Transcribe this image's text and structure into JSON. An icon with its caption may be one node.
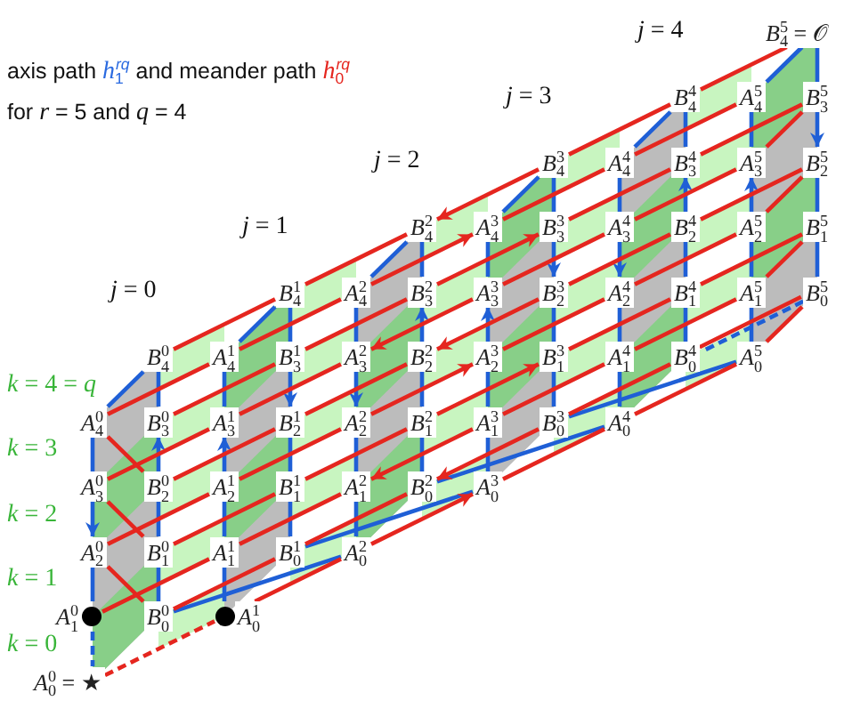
{
  "diagram": {
    "title": "axis path *h*$_{1}$$^{rq}$ and meander path *h*$_{0}$$^{rq}$",
    "nodes": [
      {
        "text": [
          "*A*$_{0}$$^{0}$ = ★"
        ]
      },
      {
        "text": [
          "*A*$_{1}$$^{0}$"
        ]
      },
      {
        "text": [
          "*A*$_{2}$$^{0}$"
        ]
      },
      {
        "text": [
          "*A*$_{3}$$^{0}$"
        ]
      },
      {
        "text": [
          "*A*$_{4}$$^{0}$"
        ]
      },
      {
        "text": [
          "*B*$_{0}$$^{0}$"
        ]
      },
      {
        "text": [
          "*B*$_{1}$$^{0}$"
        ]
      },
      {
        "text": [
          "*B*$_{2}$$^{0}$"
        ]
      },
      {
        "text": [
          "*B*$_{3}$$^{0}$"
        ]
      },
      {
        "text": [
          "*B*$_{4}$$^{0}$"
        ]
      },
      {
        "text": [
          "*A*$_{0}$$^{1}$"
        ]
      },
      {
        "text": [
          "*A*$_{1}$$^{1}$"
        ]
      },
      {
        "text": [
          "*A*$_{2}$$^{1}$"
        ]
      },
      {
        "text": [
          "*A*$_{3}$$^{1}$"
        ]
      },
      {
        "text": [
          "*A*$_{4}$$^{1}$"
        ]
      },
      {
        "text": [
          "*B*$_{0}$$^{1}$"
        ]
      },
      {
        "text": [
          "*B*$_{1}$$^{1}$"
        ]
      },
      {
        "text": [
          "*B*$_{2}$$^{1}$"
        ]
      },
      {
        "text": [
          "*B*$_{3}$$^{1}$"
        ]
      },
      {
        "text": [
          "*B*$_{4}$$^{1}$"
        ]
      },
      {
        "text": [
          "*A*$_{0}$$^{2}$"
        ]
      },
      {
        "text": [
          "*A*$_{1}$$^{2}$"
        ]
      },
      {
        "text": [
          "*A*$_{2}$$^{2}$"
        ]
      },
      {
        "text": [
          "*A*$_{3}$$^{2}$"
        ]
      },
      {
        "text": [
          "*A*$_{4}$$^{2}$"
        ]
      },
      {
        "text": [
          "*B*$_{0}$$^{2}$"
        ]
      },
      {
        "text": [
          "*B*$_{1}$$^{2}$"
        ]
      },
      {
        "text": [
          "*B*$_{2}$$^{2}$"
        ]
      },
      {
        "text": [
          "*B*$_{3}$$^{2}$"
        ]
      },
      {
        "text": [
          "*B*$_{4}$$^{2}$"
        ]
      },
      {
        "text": [
          "*A*$_{0}$$^{3}$"
        ]
      },
      {
        "text": [
          "*A*$_{1}$$^{3}$"
        ]
      },
      {
        "text": [
          "*A*$_{2}$$^{3}$"
        ]
      },
      {
        "text": [
          "*A*$_{3}$$^{3}$"
        ]
      },
      {
        "text": [
          "*A*$_{4}$$^{3}$"
        ]
      },
      {
        "text": [
          "*B*$_{0}$$^{3}$"
        ]
      },
      {
        "text": [
          "*B*$_{1}$$^{3}$"
        ]
      },
      {
        "text": [
          "*B*$_{2}$$^{3}$"
        ]
      },
      {
        "text": [
          "*B*$_{3}$$^{3}$"
        ]
      },
      {
        "text": [
          "*B*$_{4}$$^{3}$"
        ]
      },
      {
        "text": [
          "*A*$_{0}$$^{4}$"
        ]
      },
      {
        "text": [
          "*A*$_{1}$$^{4}$"
        ]
      },
      {
        "text": [
          "*A*$_{2}$$^{4}$"
        ]
      },
      {
        "text": [
          "*A*$_{3}$$^{4}$"
        ]
      },
      {
        "text": [
          "*A*$_{4}$$^{4}$"
        ]
      },
      {
        "text": [
          "*B*$_{0}$$^{4}$"
        ]
      },
      {
        "text": [
          "*B*$_{1}$$^{4}$"
        ]
      },
      {
        "text": [
          "*B*$_{2}$$^{4}$"
        ]
      },
      {
        "text": [
          "*B*$_{3}$$^{4}$"
        ]
      },
      {
        "text": [
          "*B*$_{4}$$^{4}$"
        ]
      },
      {
        "text": [
          "*A*$_{0}$$^{5}$"
        ]
      },
      {
        "text": [
          "*A*$_{1}$$^{5}$"
        ]
      },
      {
        "text": [
          "*A*$_{2}$$^{5}$"
        ]
      },
      {
        "text": [
          "*A*$_{3}$$^{5}$"
        ]
      },
      {
        "text": [
          "*A*$_{4}$$^{5}$"
        ]
      },
      {
        "text": [
          "*B*$_{0}$$^{5}$"
        ]
      },
      {
        "text": [
          "*B*$_{1}$$^{5}$"
        ]
      },
      {
        "text": [
          "*B*$_{2}$$^{5}$"
        ]
      },
      {
        "text": [
          "*B*$_{3}$$^{5}$"
        ]
      },
      {
        "text": [
          "*B*$_{4}$$^{5}$ = 𝒪"
        ]
      }
    ],
    "edges": [
      {
        "from": 4,
        "to": 3,
        "arrow": "none"
      },
      {
        "from": 3,
        "to": 2,
        "arrow": "to"
      },
      {
        "from": 2,
        "to": 1,
        "arrow": "none"
      },
      {
        "from": 5,
        "to": 6,
        "arrow": "none"
      },
      {
        "from": 6,
        "to": 7,
        "arrow": "none"
      },
      {
        "from": 7,
        "to": 8,
        "arrow": "to"
      },
      {
        "from": 8,
        "to": 9,
        "arrow": "none"
      },
      {
        "from": 9,
        "to": 4,
        "arrow": "none"
      },
      {
        "from": 10,
        "to": 11,
        "arrow": "none"
      },
      {
        "from": 11,
        "to": 12,
        "arrow": "none"
      },
      {
        "from": 12,
        "to": 13,
        "arrow": "to"
      },
      {
        "from": 13,
        "to": 14,
        "arrow": "none"
      },
      {
        "from": 14,
        "to": 19,
        "arrow": "none"
      },
      {
        "from": 19,
        "to": 18,
        "arrow": "none"
      },
      {
        "from": 18,
        "to": 17,
        "arrow": "to"
      },
      {
        "from": 17,
        "to": 16,
        "arrow": "none"
      },
      {
        "from": 16,
        "to": 15,
        "arrow": "none"
      },
      {
        "from": 15,
        "to": 30,
        "arrow": "none"
      },
      {
        "from": 24,
        "to": 23,
        "arrow": "none"
      },
      {
        "from": 23,
        "to": 22,
        "arrow": "to"
      },
      {
        "from": 22,
        "to": 21,
        "arrow": "none"
      },
      {
        "from": 21,
        "to": 20,
        "arrow": "none"
      },
      {
        "from": 20,
        "to": 5,
        "arrow": "none"
      },
      {
        "from": 25,
        "to": 26,
        "arrow": "none"
      },
      {
        "from": 26,
        "to": 27,
        "arrow": "none"
      },
      {
        "from": 27,
        "to": 28,
        "arrow": "to"
      },
      {
        "from": 28,
        "to": 29,
        "arrow": "none"
      },
      {
        "from": 29,
        "to": 24,
        "arrow": "none"
      },
      {
        "from": 30,
        "to": 31,
        "arrow": "none"
      },
      {
        "from": 31,
        "to": 32,
        "arrow": "none"
      },
      {
        "from": 32,
        "to": 33,
        "arrow": "to"
      },
      {
        "from": 33,
        "to": 34,
        "arrow": "none"
      },
      {
        "from": 34,
        "to": 39,
        "arrow": "none"
      },
      {
        "from": 39,
        "to": 38,
        "arrow": "none"
      },
      {
        "from": 38,
        "to": 37,
        "arrow": "to"
      },
      {
        "from": 37,
        "to": 36,
        "arrow": "none"
      },
      {
        "from": 36,
        "to": 35,
        "arrow": "none"
      },
      {
        "from": 35,
        "to": 50,
        "arrow": "none"
      },
      {
        "from": 44,
        "to": 43,
        "arrow": "none"
      },
      {
        "from": 43,
        "to": 42,
        "arrow": "to"
      },
      {
        "from": 42,
        "to": 41,
        "arrow": "none"
      },
      {
        "from": 41,
        "to": 40,
        "arrow": "none"
      },
      {
        "from": 40,
        "to": 25,
        "arrow": "none"
      },
      {
        "from": 45,
        "to": 46,
        "arrow": "none"
      },
      {
        "from": 46,
        "to": 47,
        "arrow": "none"
      },
      {
        "from": 47,
        "to": 48,
        "arrow": "to"
      },
      {
        "from": 48,
        "to": 49,
        "arrow": "none"
      },
      {
        "from": 49,
        "to": 44,
        "arrow": "none"
      },
      {
        "from": 50,
        "to": 51,
        "arrow": "none"
      },
      {
        "from": 51,
        "to": 52,
        "arrow": "none"
      },
      {
        "from": 52,
        "to": 53,
        "arrow": "to"
      },
      {
        "from": 53,
        "to": 54,
        "arrow": "none"
      },
      {
        "from": 54,
        "to": 59,
        "arrow": "none"
      },
      {
        "from": 59,
        "to": 58,
        "arrow": "none"
      },
      {
        "from": 58,
        "to": 57,
        "arrow": "to"
      },
      {
        "from": 57,
        "to": 56,
        "arrow": "none"
      },
      {
        "from": 56,
        "to": 55,
        "arrow": "none"
      },
      {
        "from": 0,
        "to": 10,
        "arrow": "none",
        "style": "dashed",
        "color": "#e5261f"
      },
      {
        "from": 10,
        "to": 20,
        "arrow": "none",
        "color": "#e5261f"
      },
      {
        "from": 20,
        "to": 30,
        "arrow": "to",
        "color": "#e5261f"
      },
      {
        "from": 30,
        "to": 40,
        "arrow": "none",
        "color": "#e5261f"
      },
      {
        "from": 40,
        "to": 50,
        "arrow": "none",
        "color": "#e5261f"
      },
      {
        "from": 50,
        "to": 55,
        "arrow": "none",
        "color": "#e5261f"
      },
      {
        "from": 55,
        "to": 45,
        "arrow": "none",
        "color": "#e5261f"
      },
      {
        "from": 45,
        "to": 35,
        "arrow": "none",
        "color": "#e5261f"
      },
      {
        "from": 35,
        "to": 25,
        "arrow": "to",
        "color": "#e5261f"
      },
      {
        "from": 25,
        "to": 15,
        "arrow": "none",
        "color": "#e5261f"
      },
      {
        "from": 15,
        "to": 5,
        "arrow": "none",
        "color": "#e5261f"
      },
      {
        "from": 5,
        "to": 2,
        "arrow": "none",
        "color": "#e5261f"
      },
      {
        "from": 2,
        "to": 12,
        "arrow": "none",
        "color": "#e5261f"
      },
      {
        "from": 12,
        "to": 22,
        "arrow": "none",
        "color": "#e5261f"
      },
      {
        "from": 22,
        "to": 32,
        "arrow": "to",
        "color": "#e5261f"
      },
      {
        "from": 32,
        "to": 42,
        "arrow": "none",
        "color": "#e5261f"
      },
      {
        "from": 42,
        "to": 52,
        "arrow": "none",
        "color": "#e5261f"
      },
      {
        "from": 52,
        "to": 57,
        "arrow": "none",
        "color": "#e5261f"
      },
      {
        "from": 57,
        "to": 47,
        "arrow": "none",
        "color": "#e5261f"
      },
      {
        "from": 47,
        "to": 37,
        "arrow": "none",
        "color": "#e5261f"
      },
      {
        "from": 37,
        "to": 27,
        "arrow": "to",
        "color": "#e5261f"
      },
      {
        "from": 27,
        "to": 17,
        "arrow": "none",
        "color": "#e5261f"
      },
      {
        "from": 17,
        "to": 7,
        "arrow": "none",
        "color": "#e5261f"
      },
      {
        "from": 7,
        "to": 4,
        "arrow": "none",
        "color": "#e5261f"
      },
      {
        "from": 4,
        "to": 14,
        "arrow": "none",
        "color": "#e5261f"
      },
      {
        "from": 14,
        "to": 24,
        "arrow": "none",
        "color": "#e5261f"
      },
      {
        "from": 24,
        "to": 34,
        "arrow": "to",
        "color": "#e5261f"
      },
      {
        "from": 34,
        "to": 44,
        "arrow": "none",
        "color": "#e5261f"
      },
      {
        "from": 44,
        "to": 54,
        "arrow": "none",
        "color": "#e5261f"
      },
      {
        "from": 59,
        "to": 49,
        "arrow": "none",
        "color": "#e5261f"
      },
      {
        "from": 49,
        "to": 39,
        "arrow": "none",
        "color": "#e5261f"
      },
      {
        "from": 39,
        "to": 29,
        "arrow": "to",
        "color": "#e5261f"
      },
      {
        "from": 29,
        "to": 19,
        "arrow": "none",
        "color": "#e5261f"
      },
      {
        "from": 19,
        "to": 9,
        "arrow": "none",
        "color": "#e5261f"
      },
      {
        "from": 8,
        "to": 18,
        "arrow": "none",
        "color": "#e5261f"
      },
      {
        "from": 18,
        "to": 28,
        "arrow": "none",
        "color": "#e5261f"
      },
      {
        "from": 28,
        "to": 38,
        "arrow": "to",
        "color": "#e5261f"
      },
      {
        "from": 38,
        "to": 48,
        "arrow": "none",
        "color": "#e5261f"
      },
      {
        "from": 48,
        "to": 58,
        "arrow": "none",
        "color": "#e5261f"
      },
      {
        "from": 58,
        "to": 53,
        "arrow": "none",
        "color": "#e5261f"
      },
      {
        "from": 53,
        "to": 43,
        "arrow": "none",
        "color": "#e5261f"
      },
      {
        "from": 43,
        "to": 33,
        "arrow": "none",
        "color": "#e5261f"
      },
      {
        "from": 33,
        "to": 23,
        "arrow": "to",
        "color": "#e5261f"
      },
      {
        "from": 23,
        "to": 13,
        "arrow": "none",
        "color": "#e5261f"
      },
      {
        "from": 13,
        "to": 3,
        "arrow": "none",
        "color": "#e5261f"
      },
      {
        "from": 3,
        "to": 6,
        "arrow": "none",
        "color": "#e5261f"
      },
      {
        "from": 6,
        "to": 16,
        "arrow": "none",
        "color": "#e5261f"
      },
      {
        "from": 16,
        "to": 26,
        "arrow": "none",
        "color": "#e5261f"
      },
      {
        "from": 26,
        "to": 36,
        "arrow": "to",
        "color": "#e5261f"
      },
      {
        "from": 36,
        "to": 46,
        "arrow": "none",
        "color": "#e5261f"
      },
      {
        "from": 46,
        "to": 56,
        "arrow": "none",
        "color": "#e5261f"
      },
      {
        "from": 56,
        "to": 51,
        "arrow": "none",
        "color": "#e5261f"
      },
      {
        "from": 51,
        "to": 41,
        "arrow": "none",
        "color": "#e5261f"
      },
      {
        "from": 41,
        "to": 31,
        "arrow": "none",
        "color": "#e5261f"
      },
      {
        "from": 31,
        "to": 21,
        "arrow": "to",
        "color": "#e5261f"
      },
      {
        "from": 21,
        "to": 11,
        "arrow": "none",
        "color": "#e5261f"
      },
      {
        "from": 11,
        "to": 1,
        "arrow": "none",
        "color": "#e5261f"
      },
      {
        "from": 1,
        "to": 0,
        "arrow": "none",
        "style": "dashed"
      },
      {
        "from": 55,
        "to": 45,
        "arrow": "none",
        "style": "dashed"
      }
    ],
    "labels": [
      "for *r* = 5 and *q* = 4",
      "*j* = 4",
      "*j* = 3",
      "*j* = 2",
      "*j* = 1",
      "*j* = 0",
      "*k* = 4 = *q*",
      "*k* = 3",
      "*k* = 2",
      "*k* = 1",
      "*k* = 0"
    ]
  }
}
